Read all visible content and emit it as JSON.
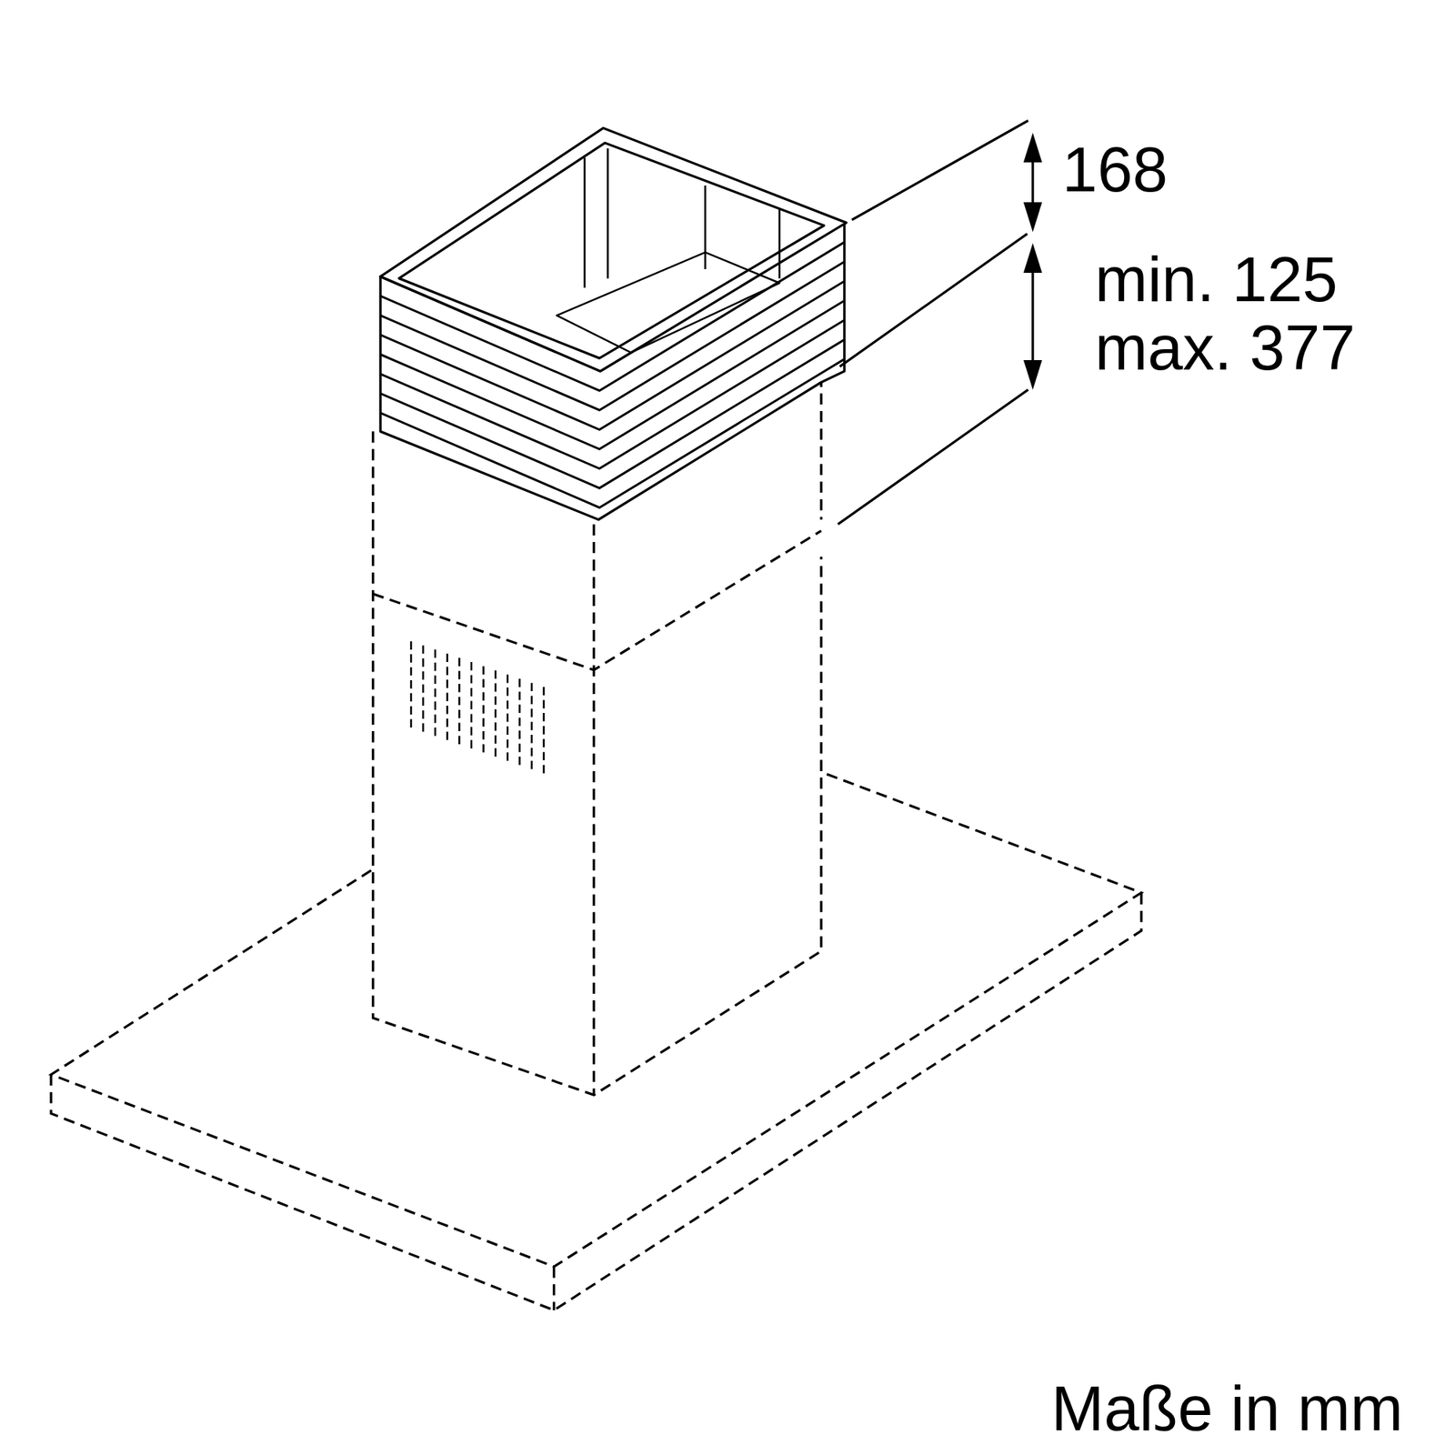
{
  "diagram": {
    "labels": [
      "168",
      "min. 125",
      "max. 377",
      "Maße in mm"
    ]
  }
}
